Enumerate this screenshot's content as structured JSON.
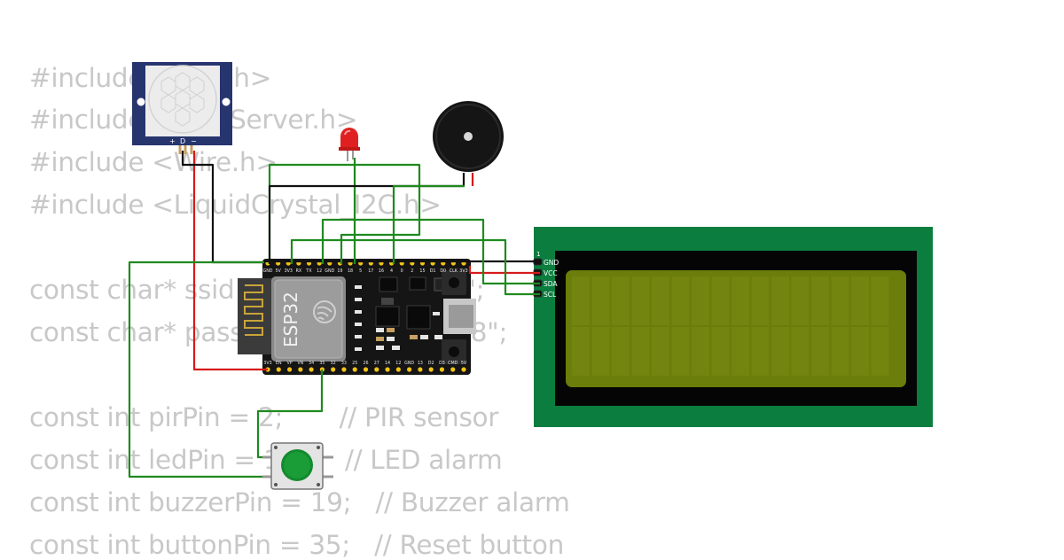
{
  "code": {
    "lines": [
      "#include <WiFi.h>",
      "#include <WebServer.h>",
      "#include <Wire.h>",
      "#include <LiquidCrystal_I2C.h>",
      "",
      "const char* ssid = \"Wokwi-GUEST\";",
      "const char* password = \"12345678\";",
      "",
      "const int pirPin = 2;       // PIR sensor",
      "const int ledPin = 18;     // LED alarm",
      "const int buzzerPin = 19;   // Buzzer alarm",
      "const int buttonPin = 35;   // Reset button"
    ]
  },
  "esp32": {
    "label": "ESP32",
    "top_pins": [
      "GND",
      "5V",
      "3V3",
      "RX",
      "TX",
      "12",
      "GND",
      "19",
      "18",
      "5",
      "17",
      "16",
      "4",
      "0",
      "2",
      "15",
      "D1",
      "D0",
      "CLK",
      "3V3"
    ],
    "bottom_pins": [
      "3V3",
      "EN",
      "VP",
      "VN",
      "34",
      "35",
      "32",
      "33",
      "25",
      "26",
      "27",
      "14",
      "12",
      "GND",
      "13",
      "D2",
      "D3",
      "CMD",
      "5V"
    ]
  },
  "pir": {
    "pin_labels": [
      "+",
      "D",
      "−"
    ]
  },
  "lcd": {
    "pin1_label": "1",
    "pin_labels": [
      "GND",
      "VCC",
      "SDA",
      "SCL"
    ],
    "cols": 16,
    "rows": 2
  },
  "colors": {
    "wire_green": "#1f8a1f",
    "wire_red": "#d61a1a",
    "wire_black": "#111111",
    "lcd_pcb": "#0b7d3e",
    "lcd_screen": "#6b7d0a",
    "pir_board": "#27356e",
    "button_cap": "#138a2e"
  }
}
